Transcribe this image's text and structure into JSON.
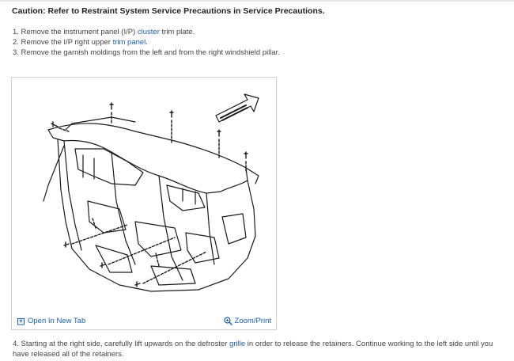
{
  "caution": "Caution: Refer to Restraint System Service Precautions in Service Precautions.",
  "steps": [
    {
      "pre": "1. Remove the instrument panel (I/P) ",
      "link": "cluster",
      "post": " trim plate."
    },
    {
      "pre": "2. Remove the I/P right upper ",
      "link": "trim panel",
      "post": "."
    },
    {
      "pre": "3. Remove the garnish moldings from the left and from the right windshield pillar.",
      "link": "",
      "post": ""
    }
  ],
  "figure": {
    "open_tab_label": "Open In New Tab",
    "zoom_label": "Zoom/Print"
  },
  "step4": {
    "pre": "4. Starting at the right side, carefully lift upwards on the defroster ",
    "link": "grille",
    "post": " in order to release the retainers. Continue working to the left side until you have released all of the retainers."
  },
  "colors": {
    "link": "#1a5fb4",
    "text": "#444444"
  }
}
